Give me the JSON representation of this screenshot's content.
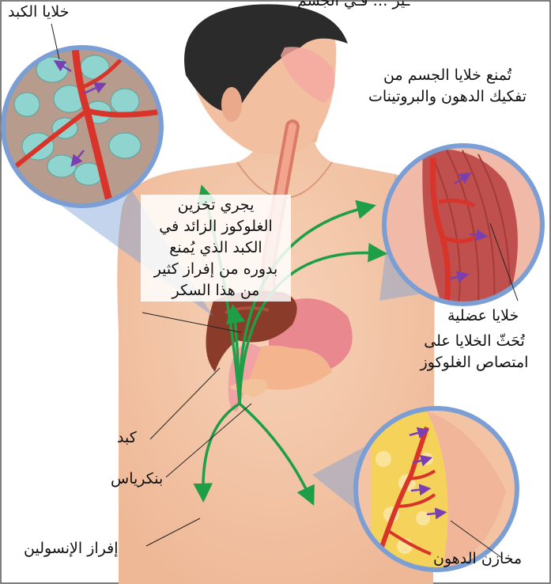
{
  "labels": {
    "top_cut": "ـيز … فـي الجسم",
    "liver_cells": "خلايا الكبد",
    "inhibit_line1": "تُمنع خلايا الجسم من",
    "inhibit_line2": "تفكيك الدهون والبروتينات",
    "storage_line1": "يجري تخزين",
    "storage_line2": "الغلوكوز الزائد في",
    "storage_line3": "الكبد الذي يُمنع",
    "storage_line4": "بدوره من إفراز كثير",
    "storage_line5": "من هذا السكر",
    "muscle_cells": "خلايا عضلية",
    "absorb_line1": "تُحَثّ الخلايا على",
    "absorb_line2": "امتصاص الغلوكوز",
    "liver": "كبد",
    "pancreas": "بنكرياس",
    "insulin": "إفراز الإنسولين",
    "fat_stores": "مخازن الدهون"
  },
  "colors": {
    "arrow_green": "#1f9e48",
    "vessel_red": "#d8342a",
    "cell_teal": "#8fd4cf",
    "skin": "#f2c0a0",
    "liver_brown": "#8a3b2a",
    "fat_yellow": "#f5d35a",
    "muscle_red": "#c0504d",
    "callout_blue": "#7b9fd4",
    "hair": "#2b2b2b",
    "inner_arrow_purple": "#7a3fb0"
  }
}
